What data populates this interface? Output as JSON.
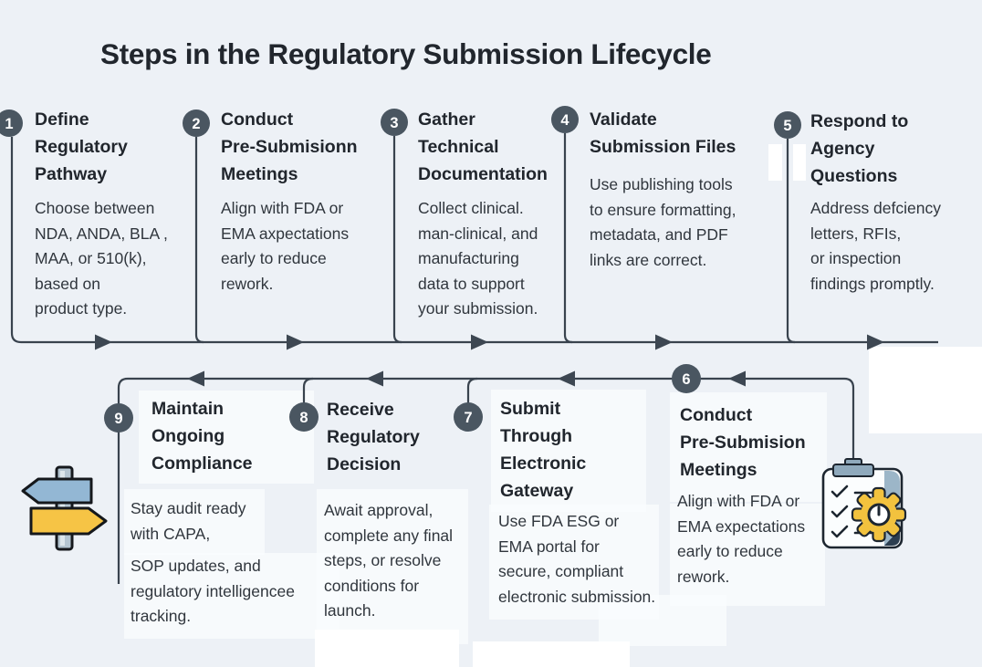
{
  "title": "Steps in the Regulatory Submission Lifecycle",
  "steps": [
    {
      "number": "1",
      "title": "Define\nRegulatory\nPathway",
      "body": "Choose between\nNDA, ANDA, BLA ,\nMAA, or 510(k),\nbased on\nproduct type."
    },
    {
      "number": "2",
      "title": "Conduct\nPre-Submisionn\nMeetings",
      "body": "Align with FDA or\nEMA axpectations\nearly to reduce\nrework."
    },
    {
      "number": "3",
      "title": "Gather\nTechnical\nDocumentation",
      "body": "Collect clinical.\nman-clinical, and\nmanufacturing\ndata to support\nyour submission."
    },
    {
      "number": "4",
      "title": "Validate\nSubmission Files",
      "body": "Use publishing tools\nto ensure formatting,\nmetadata, and PDF\nlinks are correct."
    },
    {
      "number": "5",
      "title": "Respond to\nAgency\nQuestions",
      "body": "Address defciency\nletters, RFIs,\nor inspection\nfindings promptly."
    },
    {
      "number": "6",
      "title": "Conduct\nPre-Submision\nMeetings",
      "body": "Align with FDA or\nEMA expectations\nearly to reduce\nrework."
    },
    {
      "number": "7",
      "title": "Submit\nThrough\nElectronic\nGateway",
      "body": "Use FDA ESG or\nEMA portal for\nsecure, compliant\nelectronic submission."
    },
    {
      "number": "8",
      "title": "Receive\nRegulatory\nDecision",
      "body": "Await approval,\ncomplete any final\nsteps, or resolve\nconditions for\nlaunch."
    },
    {
      "number": "9",
      "title": "Maintain\nOngoing\nCompliance",
      "body_p1": "Stay audit ready\nwith CAPA,",
      "body_p2": "SOP updates, and\nregulatory intelligencee\ntracking."
    }
  ],
  "icons": {
    "left_icon": "signpost-directions-icon",
    "right_icon": "clipboard-checklist-gear-icon"
  },
  "colors": {
    "background": "#edf1f6",
    "line": "#39434e",
    "step_circle": "#4a5661",
    "step_number_text": "#ffffff",
    "title_text": "#21262d",
    "body_text": "#30363d",
    "signpost_blue": "#93b7d4",
    "signpost_yellow": "#f6c445",
    "signpost_pole": "#b5c6d2",
    "clipboard_trim": "#9cb6c8",
    "gear_yellow": "#f2c23e",
    "icon_outline": "#1d2630"
  }
}
